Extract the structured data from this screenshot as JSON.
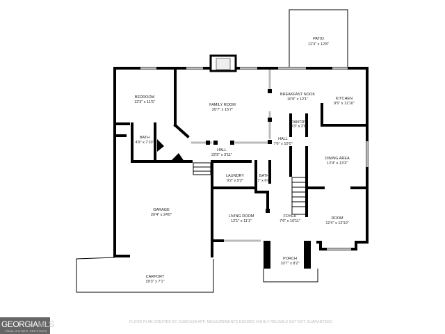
{
  "rooms": {
    "patio": {
      "name": "PATIO",
      "size": "12'3\" x 12'8\""
    },
    "bedroom": {
      "name": "BEDROOM",
      "size": "12'3\" x 11'5\""
    },
    "family_room": {
      "name": "FAMILY ROOM",
      "size": "20'7\" x 15'7\""
    },
    "breakfast_nook": {
      "name": "BREAKFAST NOOK",
      "size": "10'9\" x 12'1\""
    },
    "kitchen": {
      "name": "KITCHEN",
      "size": "9'5\" x 11'10\""
    },
    "pantry": {
      "name": "PANTRY",
      "size": "3'3\" x 2'8\""
    },
    "hall_upper": {
      "name": "HALL",
      "size": "7'6\" x 10'0\""
    },
    "bath_1": {
      "name": "BATH",
      "size": "4'9\" x 7'10\""
    },
    "hall_main": {
      "name": "HALL",
      "size": "22'5\" x 3'11\""
    },
    "dining_area": {
      "name": "DINING AREA",
      "size": "12'4\" x 13'3\""
    },
    "laundry": {
      "name": "LAUNDRY",
      "size": "9'2\" x 5'2\""
    },
    "bath_2": {
      "name": "BATH",
      "size": "7' x 6'6\""
    },
    "garage": {
      "name": "GARAGE",
      "size": "20'4\" x 24'0\""
    },
    "living_room": {
      "name": "LIVING ROOM",
      "size": "12'1\" x 11'1\""
    },
    "foyer": {
      "name": "FOYER",
      "size": "7'6\" x 16'11\""
    },
    "room": {
      "name": "ROOM",
      "size": "12'4\" x 12'10\""
    },
    "porch": {
      "name": "PORCH",
      "size": "10'7\" x 8'2\""
    },
    "carport": {
      "name": "CARPORT",
      "size": "29'3\" x 7'1\""
    }
  },
  "logo": {
    "brand_main": "GEORGIA",
    "brand_accent": "MLS",
    "tagline": "REAL ESTATE SERVICES"
  },
  "disclaimer": "FLOOR PLAN CREATED BY CUBICASA APP. MEASUREMENTS DEEMED HIGHLY RELIABLE BUT NOT GUARANTEED."
}
